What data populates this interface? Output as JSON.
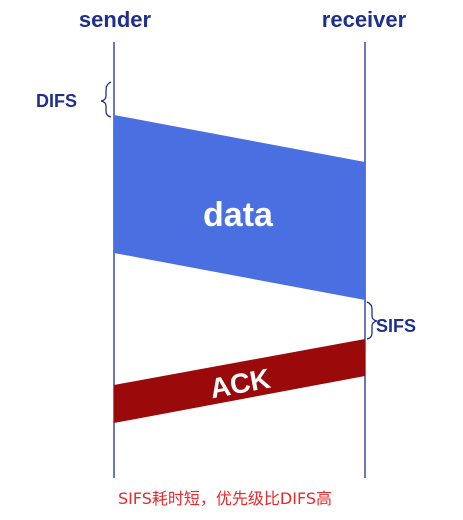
{
  "labels": {
    "sender": "sender",
    "receiver": "receiver",
    "difs": "DIFS",
    "sifs": "SIFS",
    "data": "data",
    "ack": "ACK"
  },
  "note": "SIFS耗时短，优先级比DIFS高",
  "colors": {
    "timeline": "#1f2f8c",
    "text_blue": "#1f2f8c",
    "data_frame": "#4a6fe0",
    "ack_frame": "#9b0a0a",
    "note_text": "#e8282b"
  }
}
